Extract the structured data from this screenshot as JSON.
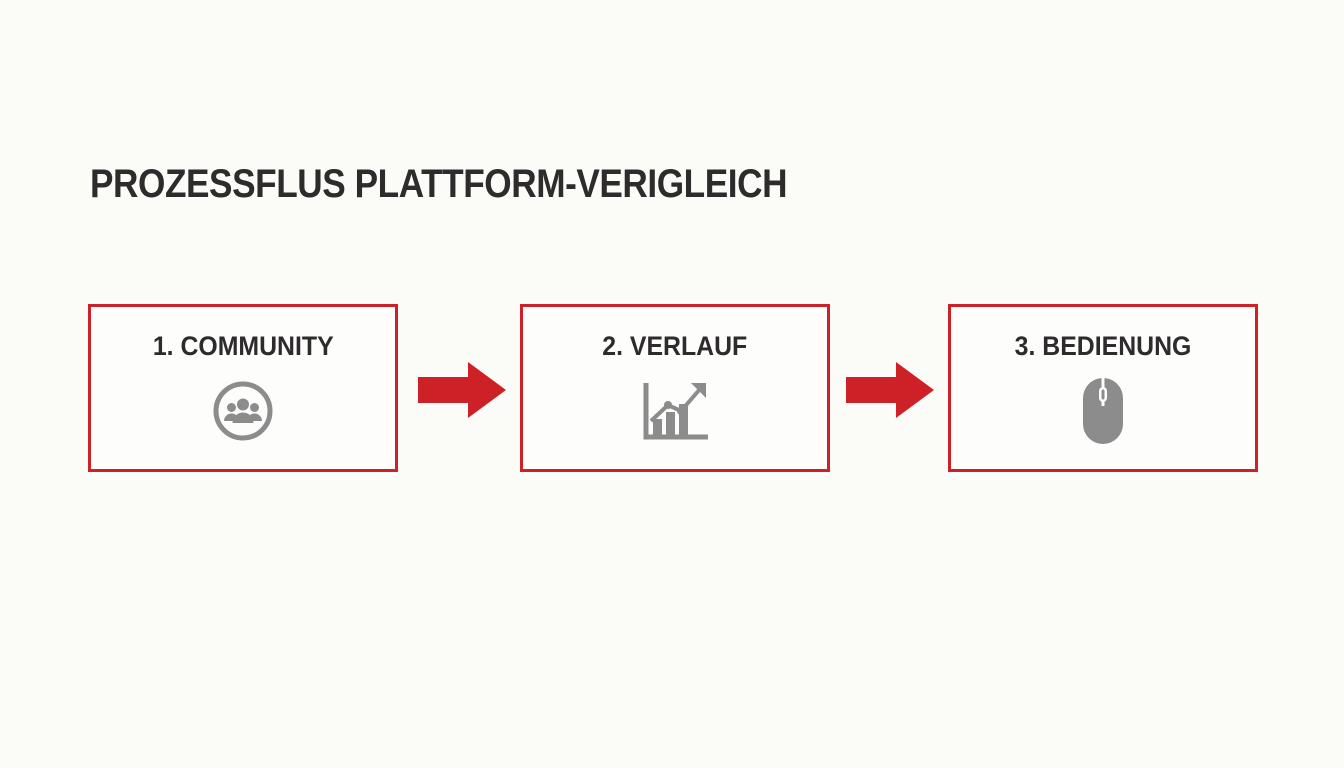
{
  "title": "PROZESSFLUS PLATTFORM-VERIGLEICH",
  "colors": {
    "background": "#fbfbf8",
    "accent_red": "#ce2127",
    "icon_gray": "#8c8c8c",
    "text_dark": "#2e2b2c"
  },
  "steps": [
    {
      "label": "1. COMMUNITY",
      "icon": "community-people-icon"
    },
    {
      "label": "2. VERLAUF",
      "icon": "trend-chart-icon"
    },
    {
      "label": "3. BEDIENUNG",
      "icon": "computer-mouse-icon"
    }
  ],
  "connectors": [
    {
      "icon": "arrow-right-icon"
    },
    {
      "icon": "arrow-right-icon"
    }
  ]
}
